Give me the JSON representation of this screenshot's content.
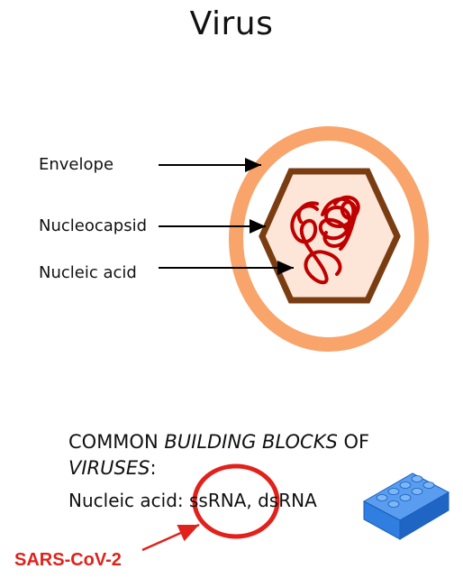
{
  "title": "Virus",
  "labels": {
    "envelope": "Envelope",
    "nucleocapsid": "Nucleocapsid",
    "nucleic_acid": "Nucleic acid"
  },
  "blocks": {
    "heading_part1": "COMMON ",
    "heading_part2": "BUILDING BLOCKS",
    "heading_part3": " OF",
    "heading_part4": "VIRUSES",
    "heading_part5": ":",
    "nucleic_prefix": "Nucleic acid: ",
    "ssrna": "ssRNA",
    "separator": ", ",
    "dsrna": "dsRNA"
  },
  "annotation": "SARS-CoV-2",
  "colors": {
    "envelope": "#f8a46a",
    "capsid_stroke": "#7a3d12",
    "capsid_fill": "#fde6d8",
    "nucleic_acid": "#c00000",
    "highlight": "#e1211b",
    "lego": "#2f7ee0"
  },
  "icons": [
    "lego-brick-icon"
  ]
}
